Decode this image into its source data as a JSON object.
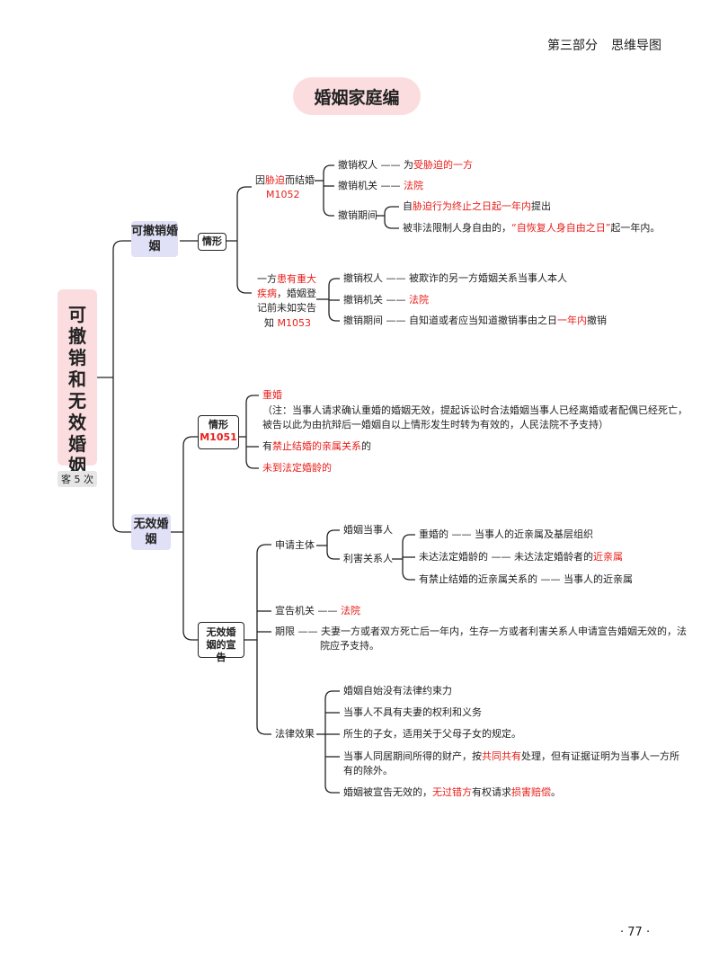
{
  "header": {
    "section": "第三部分",
    "subtitle": "思维导图"
  },
  "title": "婚姻家庭编",
  "root": {
    "label": "可撤销和无效婚姻",
    "sub": "客 5 次",
    "flag_color": "#e8201c"
  },
  "revocable": {
    "label": "可撤销婚姻",
    "situation": "情形",
    "coercion": {
      "pre": "因",
      "red": "胁迫",
      "post": "而结婚",
      "code": "M1052",
      "right_holder": {
        "pre": "撤销权人 —— 为",
        "red": "受胁迫的一方"
      },
      "organ": {
        "pre": "撤销机关 —— ",
        "red": "法院"
      },
      "period": "撤销期间",
      "period_a": {
        "pre": "自",
        "red": "胁迫行为终止之日起一年内",
        "post": "提出"
      },
      "period_b": {
        "pre": "被非法限制人身自由的，",
        "red": "“自恢复人身自由之日”",
        "post": "起一年内。"
      }
    },
    "disease": {
      "line1_pre": "一方",
      "line1_red": "患有重大",
      "line2_red": "疾病",
      "line2_post": "，婚姻登",
      "line3": "记前未如实告",
      "line4_pre": "知 ",
      "line4_red": "M1053",
      "right_holder": "撤销权人 —— 被欺诈的另一方婚姻关系当事人本人",
      "organ": {
        "pre": "撤销机关 —— ",
        "red": "法院"
      },
      "period": {
        "pre": "撤销期间 —— 自知道或者应当知道撤销事由之日",
        "red": "一年内",
        "post": "撤销"
      }
    }
  },
  "invalid": {
    "label": "无效婚姻",
    "situation": {
      "label": "情形",
      "code": "M1051"
    },
    "bigamy": "重婚",
    "note_1": "（注：当事人请求确认重婚的婚姻无效，提起诉讼时合法婚姻当事人已经离婚或者配偶已经死亡，",
    "note_2": "被告以此为由抗辩后一婚姻自以上情形发生时转为有效的，人民法院不予支持）",
    "kin": {
      "pre": "有",
      "red": "禁止结婚的亲属关系",
      "post": "的"
    },
    "age": "未到法定婚龄的",
    "declaration": {
      "label": "无效婚姻的宣告",
      "applicant": "申请主体",
      "party": "婚姻当事人",
      "interested": "利害关系人",
      "i1": "重婚的 —— 当事人的近亲属及基层组织",
      "i2": {
        "pre": "未达法定婚龄的 —— 未达法定婚龄者的",
        "red": "近亲属"
      },
      "i3": "有禁止结婚的近亲属关系的 —— 当事人的近亲属",
      "organ": {
        "pre": "宣告机关 —— ",
        "red": "法院"
      },
      "term_1": "期限 —— 夫妻一方或者双方死亡后一年内，生存一方或者利害关系人申请宣告婚姻无效的，法",
      "term_2": "院应予支持。",
      "effect": "法律效果",
      "e1": "婚姻自始没有法律约束力",
      "e2": "当事人不具有夫妻的权利和义务",
      "e3": "所生的子女，适用关于父母子女的规定。",
      "e4_1": {
        "pre": "当事人同居期间所得的财产，按",
        "red": "共同共有",
        "post": "处理，但有证据证明为当事人一方所"
      },
      "e4_2": "有的除外。",
      "e5": {
        "pre": "婚姻被宣告无效的，",
        "red1": "无过错方",
        "mid": "有权请求",
        "red2": "损害赔偿",
        "post": "。"
      }
    }
  },
  "page_number": "· 77 ·"
}
